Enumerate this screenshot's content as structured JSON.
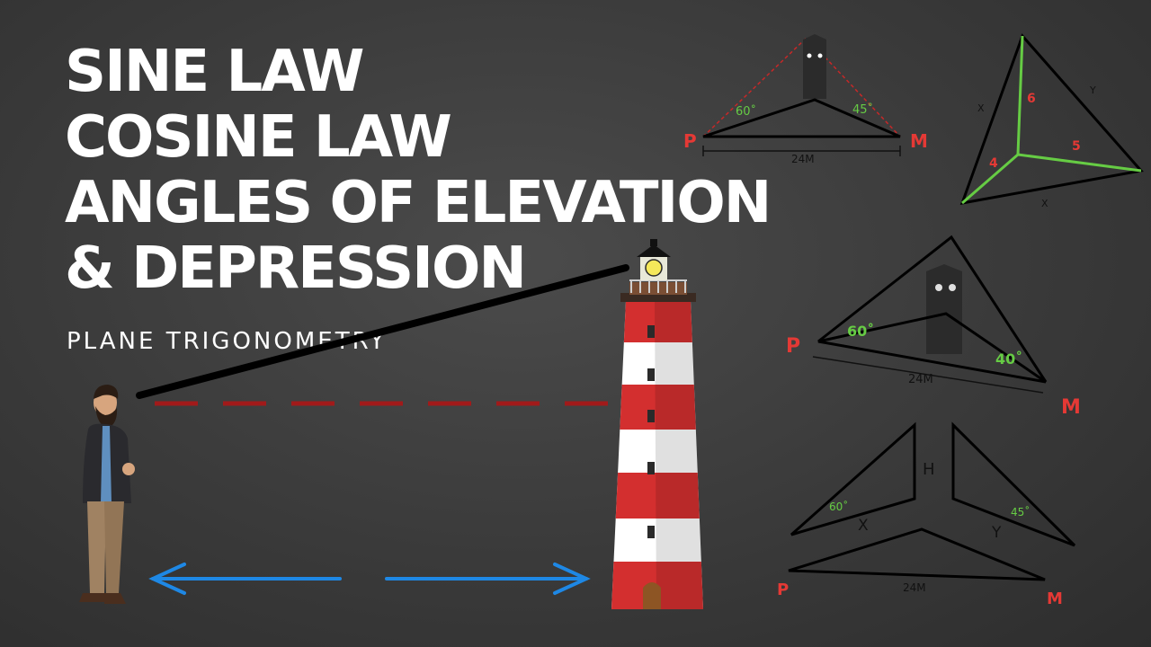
{
  "title": {
    "line1": "SINE LAW",
    "line2": "COSINE LAW",
    "line3": "ANGLES OF ELEVATION",
    "line4": "& DEPRESSION"
  },
  "subtitle": "PLANE TRIGONOMETRY",
  "diagram_top": {
    "point_left": "P",
    "point_right": "M",
    "angle_left": "60˚",
    "angle_right": "45˚",
    "base": "24M"
  },
  "diagram_tetra": {
    "edge_top_left": "X",
    "edge_top_right": "Y",
    "edge_bottom": "X",
    "inner_top": "6",
    "inner_left": "4",
    "inner_right": "5"
  },
  "diagram_mid": {
    "point_left": "P",
    "point_right": "M",
    "angle_left": "60˚",
    "angle_right": "40˚",
    "base": "24M"
  },
  "diagram_bottom": {
    "height": "H",
    "angle_left": "60˚",
    "angle_right": "45˚",
    "side_left": "X",
    "side_right": "Y",
    "point_left": "P",
    "point_right": "M",
    "base": "24M"
  },
  "colors": {
    "background": "#3a3a3a",
    "title": "#ffffff",
    "red_label": "#e53935",
    "green_label": "#66cc44",
    "sight_dash": "#a11a1a",
    "distance_arrow": "#1e88e5",
    "lighthouse_red": "#d32f2f"
  },
  "icons": {
    "person": "man-with-beard-figure",
    "lighthouse": "lighthouse-illustration",
    "tower": "dark-tower-icon"
  }
}
